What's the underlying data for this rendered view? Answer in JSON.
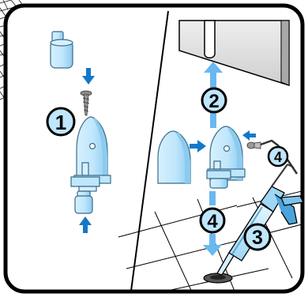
{
  "diagram": {
    "colors": {
      "panel_border": "#000000",
      "arrow": "#1478c8",
      "arrow_light": "#6ab8f0",
      "part_fill": "#bfe6fb",
      "part_fill_dark": "#8ccbef",
      "part_stroke": "#3a6b8a",
      "badge_fill": "#bfe6fb",
      "wall_fill": "#d9d9d9",
      "screw": "#6f6f6f",
      "tile_line": "#000000"
    },
    "steps": [
      {
        "id": "step-1",
        "label": "1"
      },
      {
        "id": "step-2",
        "label": "2"
      },
      {
        "id": "step-3",
        "label": "3"
      },
      {
        "id": "step-4a",
        "label": "4"
      },
      {
        "id": "step-4b",
        "label": "4"
      }
    ]
  }
}
